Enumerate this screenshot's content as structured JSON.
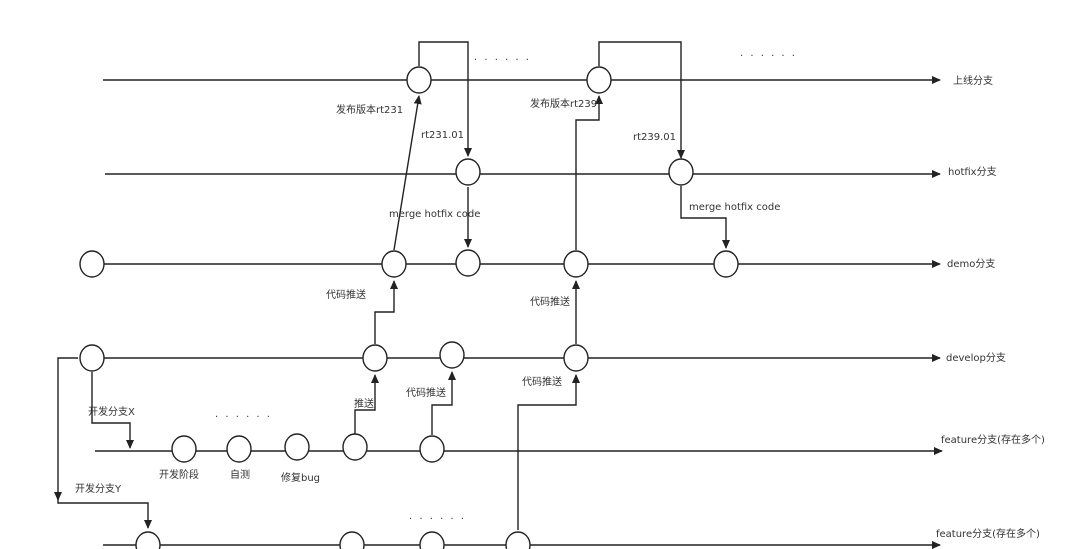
{
  "lanes": {
    "production": "上线分支",
    "hotfix": "hotfix分支",
    "demo": "demo分支",
    "develop": "develop分支",
    "feature_x": "feature分支(存在多个)",
    "feature_y": "feature分支(存在多个)"
  },
  "labels": {
    "release_1": "发布版本rt231",
    "release_2": "发布版本rt239",
    "hotfix_1": "rt231.01",
    "hotfix_2": "rt239.01",
    "merge_hotfix_1": "merge hotfix code",
    "merge_hotfix_2": "merge hotfix code",
    "push_demo_1": "代码推送",
    "push_demo_2": "代码推送",
    "push_develop_1": "推送",
    "push_develop_2": "代码推送",
    "push_develop_3": "代码推送",
    "branch_x": "开发分支X",
    "branch_y": "开发分支Y",
    "stage_dev": "开发阶段",
    "stage_selftest": "自测",
    "stage_fixbug": "修复bug"
  },
  "ellipsis": {
    "top_1": "· · · · · ·",
    "top_2": "· · · · · ·",
    "feature_x": "· · · · · ·",
    "feature_y": "· · · · · ·"
  },
  "colors": {
    "line": "#222222",
    "text": "#333333"
  }
}
